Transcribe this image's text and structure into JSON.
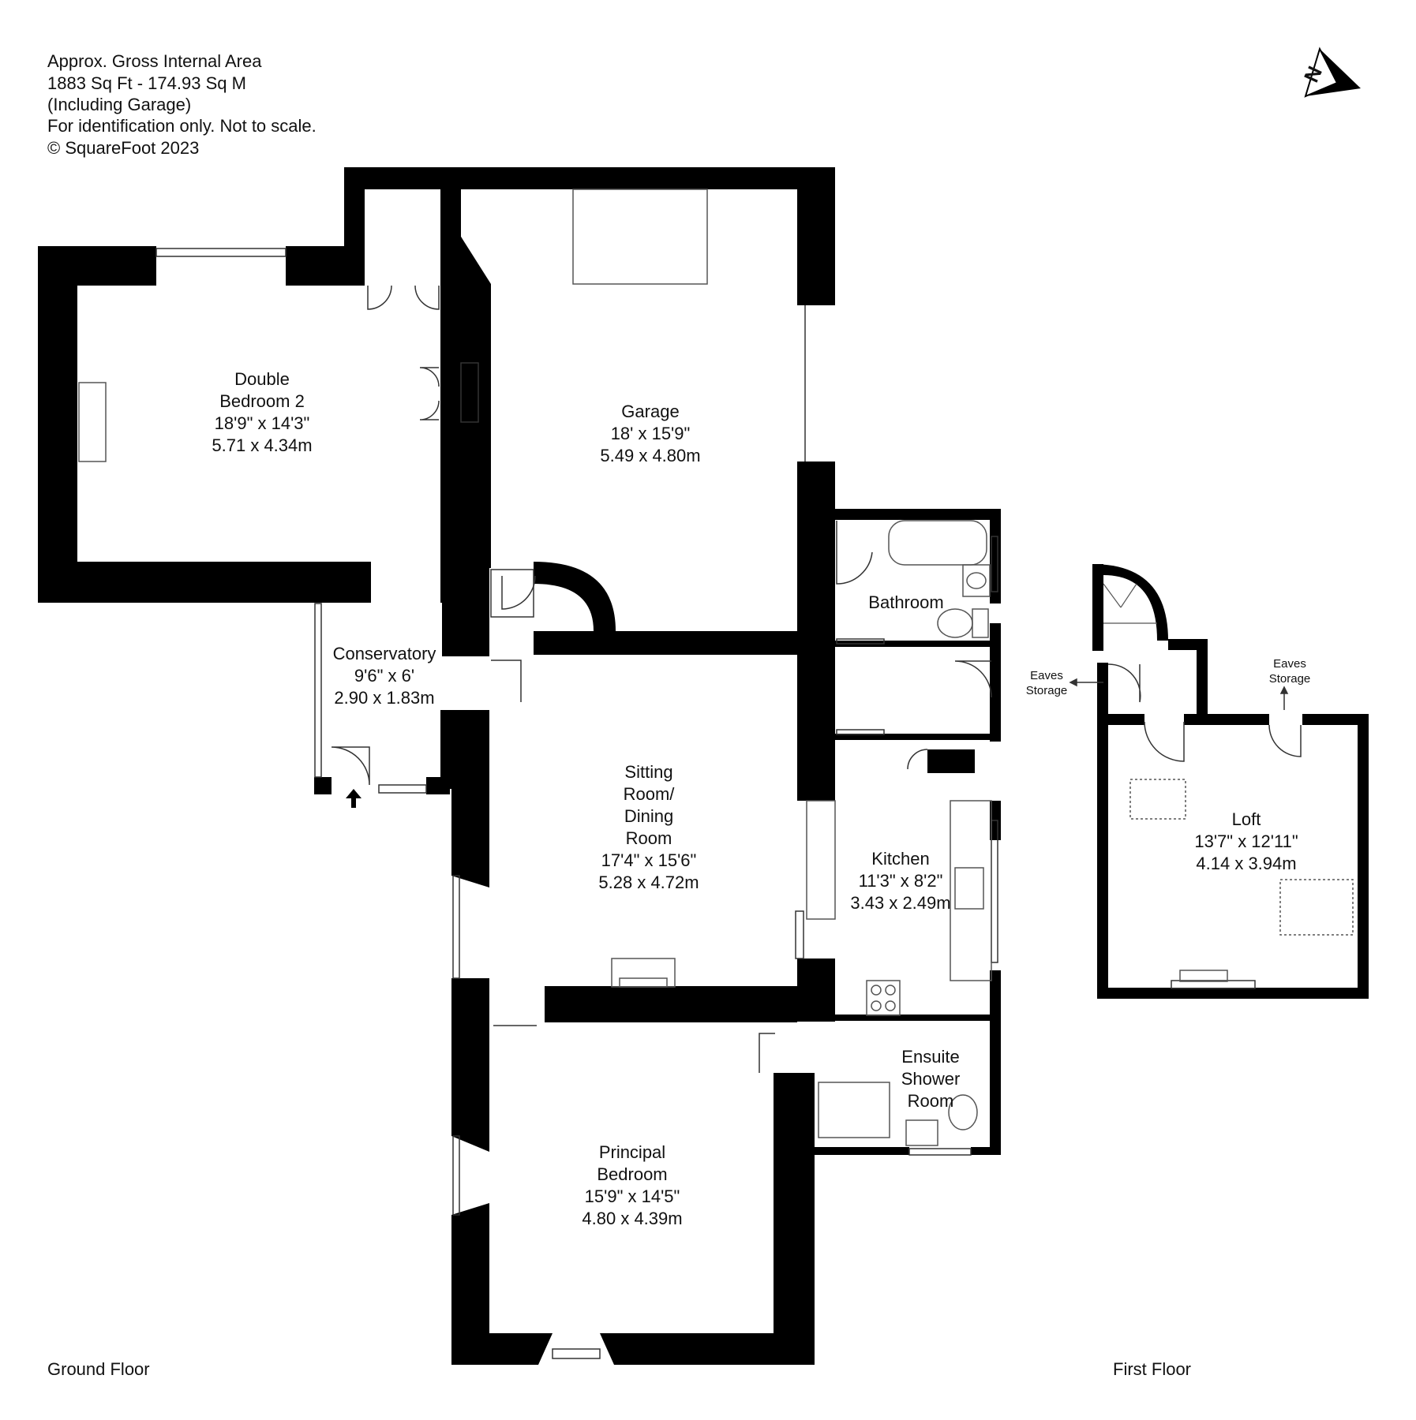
{
  "header": {
    "line1": "Approx. Gross Internal Area",
    "line2": "1883 Sq Ft  -  174.93 Sq M",
    "line3": "(Including Garage)",
    "line4": "For identification only. Not to scale.",
    "line5": "© SquareFoot 2023"
  },
  "floors": {
    "ground": "Ground Floor",
    "first": "First Floor"
  },
  "rooms": {
    "bedroom2": {
      "name1": "Double",
      "name2": "Bedroom 2",
      "imperial": "18'9\" x 14'3\"",
      "metric": "5.71 x 4.34m"
    },
    "garage": {
      "name": "Garage",
      "imperial": "18' x 15'9\"",
      "metric": "5.49 x 4.80m"
    },
    "bathroom": {
      "name": "Bathroom"
    },
    "conservatory": {
      "name": "Conservatory",
      "imperial": "9'6\" x 6'",
      "metric": "2.90 x 1.83m"
    },
    "sitting": {
      "name1": "Sitting",
      "name2": "Room/",
      "name3": "Dining",
      "name4": "Room",
      "imperial": "17'4\" x 15'6\"",
      "metric": "5.28 x 4.72m"
    },
    "kitchen": {
      "name": "Kitchen",
      "imperial": "11'3\" x 8'2\"",
      "metric": "3.43 x 2.49m"
    },
    "ensuite": {
      "name1": "Ensuite",
      "name2": "Shower",
      "name3": "Room"
    },
    "principal": {
      "name1": "Principal",
      "name2": "Bedroom",
      "imperial": "15'9\" x 14'5\"",
      "metric": "4.80 x 4.39m"
    },
    "loft": {
      "name": "Loft",
      "imperial": "13'7\" x 12'11\"",
      "metric": "4.14 x 3.94m"
    }
  },
  "eaves": {
    "left": {
      "l1": "Eaves",
      "l2": "Storage"
    },
    "right": {
      "l1": "Eaves",
      "l2": "Storage"
    }
  },
  "compass": {
    "letter": "N"
  },
  "colors": {
    "wall": "#000000",
    "background": "#ffffff",
    "fixture_line": "#555555"
  }
}
